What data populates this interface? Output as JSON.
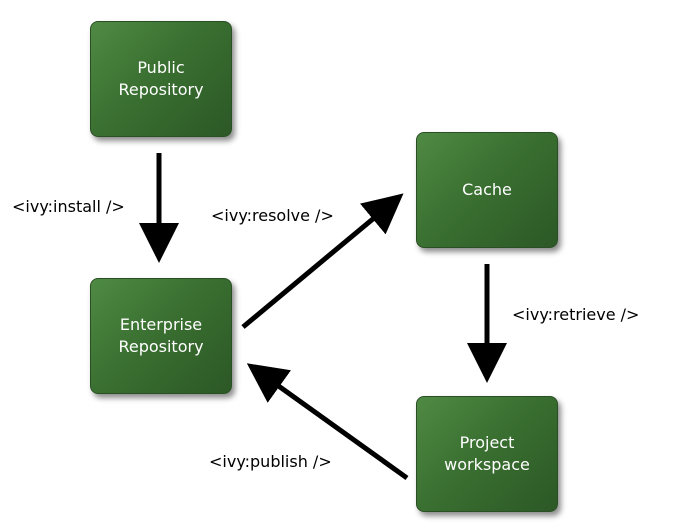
{
  "nodes": {
    "public": {
      "line1": "Public",
      "line2": "Repository"
    },
    "enterprise": {
      "line1": "Enterprise",
      "line2": "Repository"
    },
    "cache": {
      "line1": "Cache"
    },
    "workspace": {
      "line1": "Project",
      "line2": "workspace"
    }
  },
  "edges": {
    "install": "<ivy:install />",
    "resolve": "<ivy:resolve />",
    "retrieve": "<ivy:retrieve />",
    "publish": "<ivy:publish />"
  },
  "colors": {
    "node_fill": "#3a7031",
    "arrow": "#000000"
  }
}
